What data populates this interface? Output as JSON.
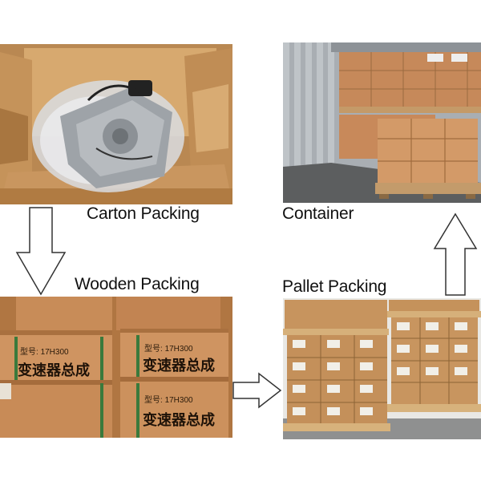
{
  "labels": {
    "carton": "Carton Packing",
    "container": "Container",
    "wooden": "Wooden Packing",
    "pallet": "Pallet Packing"
  },
  "crate_text": {
    "model_prefix": "型号",
    "model_value": "17H300",
    "product_name": "变速器总成"
  },
  "colors": {
    "cardboard": "#c9965f",
    "wood": "#c68a55",
    "container_wall": "#b8bdc2",
    "floor": "#5c5e5f"
  },
  "icons": [
    "arrow-down-icon",
    "arrow-right-icon",
    "arrow-up-icon"
  ]
}
